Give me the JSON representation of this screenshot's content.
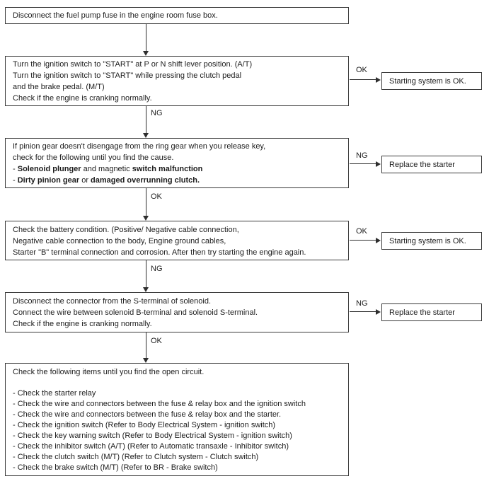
{
  "colors": {
    "background": "#ffffff",
    "border": "#3a3a3a",
    "text": "#1c1c1c"
  },
  "boxes": {
    "step1": {
      "line1": "Disconnect the fuel pump fuse in the engine room fuse box."
    },
    "step2": {
      "line1": "Turn the ignition switch to \"START\" at P or N shift lever position. (A/T)",
      "line2": "Turn the ignition switch to \"START\" while pressing the clutch pedal",
      "line3": "and the brake pedal. (M/T)",
      "line4": "Check if the engine is cranking normally."
    },
    "step3": {
      "line1": "If pinion gear doesn't disengage from the ring gear when you release key,",
      "line2": "check for the following until you find the cause.",
      "line3_dash": "- ",
      "line3_bold1": "Solenoid plunger",
      "line3_mid": " and magnetic ",
      "line3_bold2": "switch malfunction",
      "line4_dash": "- ",
      "line4_bold1": "Dirty pinion gear",
      "line4_mid": " or ",
      "line4_bold2": "damaged overrunning clutch."
    },
    "step4": {
      "line1": "Check the battery condition. (Positive/ Negative cable connection,",
      "line2": "Negative cable connection to the body, Engine ground cables,",
      "line3": "Starter \"B\" terminal connection and corrosion. After then try starting the engine again."
    },
    "step5": {
      "line1": "Disconnect the connector from the S-terminal of solenoid.",
      "line2": "Connect the wire between solenoid B-terminal and solenoid S-terminal.",
      "line3": "Check if the engine is cranking normally."
    },
    "step6": {
      "title": "Check the following items until you find the open circuit.",
      "items": [
        "- Check the starter relay",
        "- Check the wire and connectors between the fuse & relay box and the ignition switch",
        "- Check the wire and connectors between the fuse & relay box and the starter.",
        "- Check the ignition switch (Refer to Body Electrical System - ignition switch)",
        "- Check the key warning switch (Refer to Body Electrical System - ignition switch)",
        "- Check the inhibitor switch (A/T) (Refer to Automatic transaxle - Inhibitor switch)",
        "- Check the clutch switch (M/T) (Refer to Clutch system - Clutch switch)",
        "- Check the brake switch (M/T) (Refer to BR - Brake switch)"
      ]
    }
  },
  "labels": {
    "down_ng_1": "NG",
    "down_ok_1": "OK",
    "down_ng_2": "NG",
    "down_ok_2": "OK",
    "side_ok_1": "OK",
    "side_ng_1": "NG",
    "side_ok_2": "OK",
    "side_ng_2": "NG"
  },
  "results": {
    "box1": "Starting system is OK.",
    "box2": "Replace the starter",
    "box3": "Starting system is OK.",
    "box4": "Replace the starter"
  }
}
